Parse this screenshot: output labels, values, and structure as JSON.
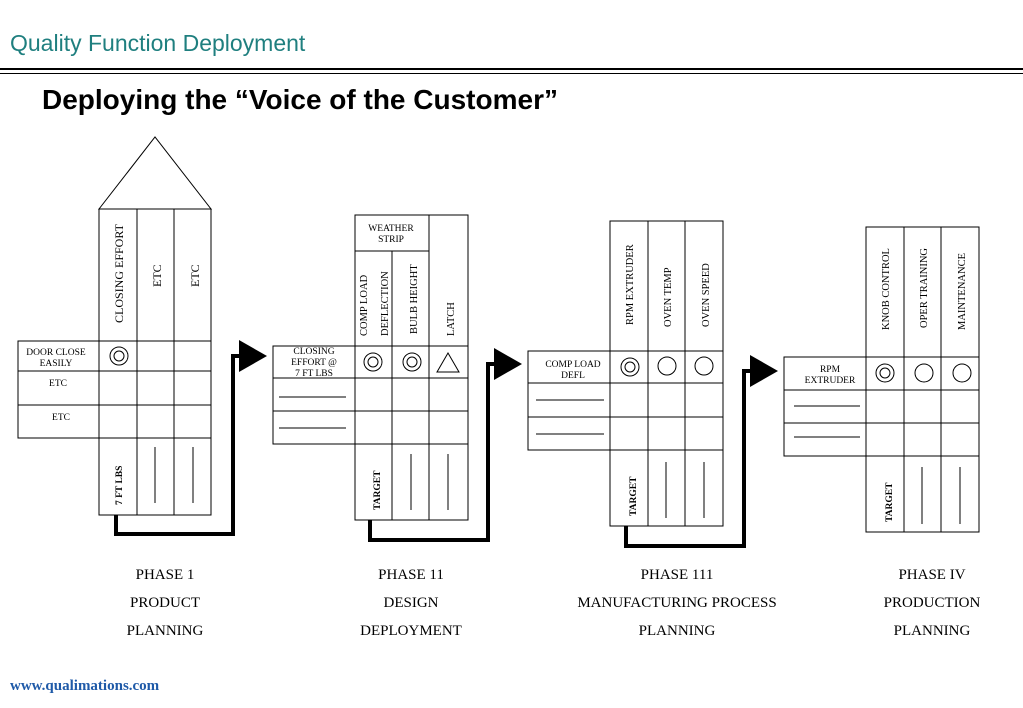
{
  "header": {
    "title": "Quality Function Deployment"
  },
  "slide": {
    "title": "Deploying the “Voice of the Customer”"
  },
  "footer": {
    "url": "www.qualimations.com"
  },
  "phases": [
    {
      "id": "phase1",
      "columns": [
        "CLOSING EFFORT",
        "ETC",
        "ETC"
      ],
      "rows": [
        "DOOR CLOSE EASILY",
        "ETC",
        "ETC"
      ],
      "target": "7 FT LBS",
      "relationships": [
        "strong",
        "",
        ""
      ],
      "caption": [
        "PHASE 1",
        "PRODUCT",
        "PLANNING"
      ]
    },
    {
      "id": "phase2",
      "group_header": "WEATHER STRIP",
      "columns": [
        "COMP LOAD DEFLECTION",
        "BULB HEIGHT",
        "LATCH"
      ],
      "rows": [
        "CLOSING EFFORT @ 7 FT LBS",
        "",
        ""
      ],
      "target": "TARGET",
      "relationships": [
        "strong",
        "strong",
        "weak"
      ],
      "caption": [
        "PHASE 11",
        "DESIGN",
        "DEPLOYMENT"
      ]
    },
    {
      "id": "phase3",
      "columns": [
        "RPM EXTRUDER",
        "OVEN TEMP",
        "OVEN SPEED"
      ],
      "rows": [
        "COMP LOAD DEFL",
        "",
        ""
      ],
      "target": "TARGET",
      "relationships": [
        "strong",
        "medium",
        "medium"
      ],
      "caption": [
        "PHASE 111",
        "MANUFACTURING PROCESS",
        "PLANNING"
      ]
    },
    {
      "id": "phase4",
      "columns": [
        "KNOB CONTROL",
        "OPER TRAINING",
        "MAINTENANCE"
      ],
      "rows": [
        "RPM EXTRUDER",
        "",
        ""
      ],
      "target": "TARGET",
      "relationships": [
        "strong",
        "medium",
        "medium"
      ],
      "caption": [
        "PHASE IV",
        "PRODUCTION",
        "PLANNING"
      ]
    }
  ]
}
